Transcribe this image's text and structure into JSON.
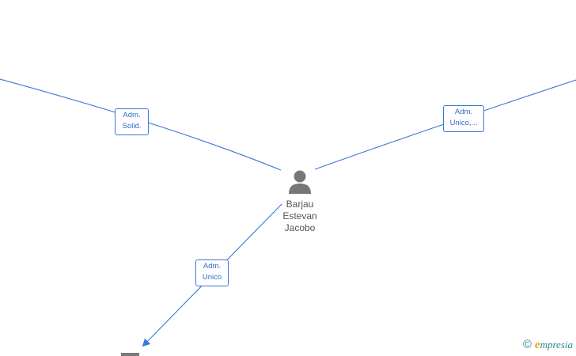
{
  "person": {
    "name_lines": [
      "Barjau",
      "Estevan",
      "Jacobo"
    ]
  },
  "edges": [
    {
      "label_lines": [
        "Adm.",
        "Solid."
      ]
    },
    {
      "label_lines": [
        "Adm.",
        "Unico,..."
      ]
    },
    {
      "label_lines": [
        "Adm.",
        "Unico"
      ]
    }
  ],
  "brand": {
    "copyright": "©",
    "initial": "e",
    "name_rest": "mpresia"
  },
  "colors": {
    "edge": "#3a78d4",
    "label_text": "#2d6cc8",
    "node_icon": "#777777",
    "brand": "#2a8a8c",
    "brand_accent": "#e8a020"
  },
  "icons": {
    "person": "person-icon",
    "arrowhead": "arrowhead-icon"
  }
}
